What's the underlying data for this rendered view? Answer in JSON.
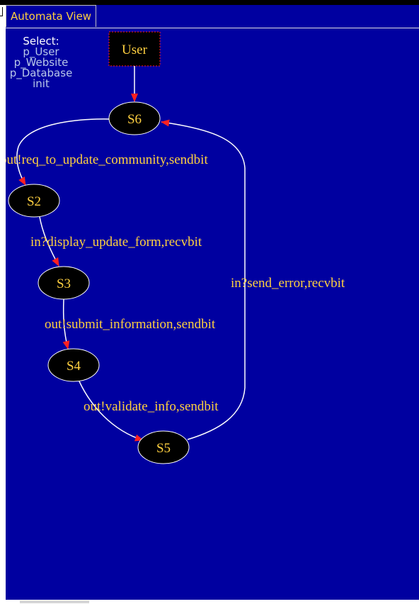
{
  "view": {
    "tab_label": "Automata View"
  },
  "select_panel": {
    "title": "Select:",
    "options": [
      "p_User",
      "p_Website",
      "p_Database",
      "init"
    ]
  },
  "automaton": {
    "actor": "User",
    "states": [
      "S6",
      "S2",
      "S3",
      "S4",
      "S5"
    ],
    "transitions": [
      {
        "from": "S6",
        "to": "S2",
        "label": "out!req_to_update_community,sendbit"
      },
      {
        "from": "S2",
        "to": "S3",
        "label": "in?display_update_form,recvbit"
      },
      {
        "from": "S3",
        "to": "S4",
        "label": "out!submit_information,sendbit"
      },
      {
        "from": "S4",
        "to": "S5",
        "label": "out!validate_info,sendbit"
      },
      {
        "from": "S5",
        "to": "S6",
        "label": "in?send_error,recvbit"
      }
    ]
  },
  "colors": {
    "background": "#0000a0",
    "text": "#ffd040",
    "state_fill": "#000000",
    "edge": "#ffffff",
    "arrowhead": "#ff2020",
    "actor_border": "#ff2020"
  }
}
